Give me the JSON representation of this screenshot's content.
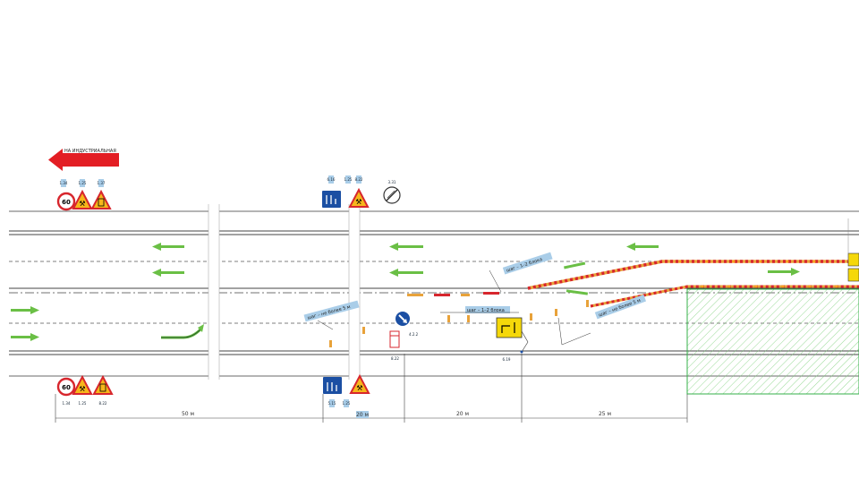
{
  "colors": {
    "road_line": "#5a5a5a",
    "arrow_green": "#6abf45",
    "direction_red": "#e31e24",
    "warning_red": "#d7262d",
    "warning_fill": "#f7b61b",
    "blue_sign": "#1b4fa3",
    "yellow_sign": "#f5d80a",
    "tag_blue": "#a9cde8",
    "work_zone": "#35b04a"
  },
  "direction_label": "НА ИНДУСТРИАЛЬНАЯ",
  "sign_tags": {
    "top_a": "1.34",
    "top_b": "1.25",
    "top_c": "1.37",
    "mid_a": "6.16",
    "mid_b": "1.25",
    "mid_c": "8.22",
    "top_right": "3.31",
    "bot_a": "1.34",
    "bot_b": "1.25",
    "bot_c": "8.22",
    "bot_mid_a": "5.15",
    "bot_mid_b": "1.25",
    "round_tag": "4.2.2",
    "round_tag2": "8.22",
    "yellow_tag": "6.19"
  },
  "speed_limits": [
    "60",
    "60"
  ],
  "callouts": {
    "c1": "шаг – не более 5 м",
    "c2": "шаг – 1–2 блока",
    "c3": "шаг – 1–2 блока",
    "c4": "шаг – не более 5 м"
  },
  "dimensions": [
    "50 м",
    "20 м",
    "20 м",
    "25 м"
  ],
  "icons": {
    "direction_arrow": "left-arrow-icon",
    "lane_arrow_left": "left-arrow-icon",
    "lane_arrow_right": "right-arrow-icon",
    "curve_arrow": "curve-arrow-icon",
    "speed_sign": "speed-limit-sign-icon",
    "roadwork_sign": "roadwork-sign-icon",
    "narrowing_sign": "road-narrowing-sign-icon",
    "lane_sign": "lane-direction-sign-icon",
    "overtake_end_sign": "end-restriction-sign-icon",
    "keep_right_sign": "keep-right-sign-icon",
    "detour_sign": "detour-sign-icon"
  }
}
